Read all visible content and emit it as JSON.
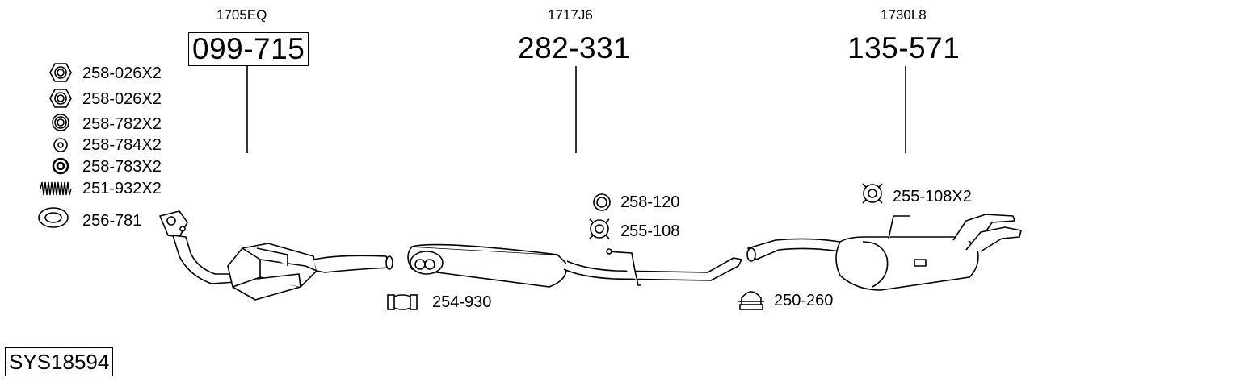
{
  "assemblies": [
    {
      "ref": "1705EQ",
      "part": "099-715",
      "boxed": true
    },
    {
      "ref": "1717J6",
      "part": "282-331",
      "boxed": false
    },
    {
      "ref": "1730L8",
      "part": "135-571",
      "boxed": false
    }
  ],
  "accessories_left": [
    {
      "label": "258-026X2",
      "icon": "hex-nut-icon"
    },
    {
      "label": "258-026X2",
      "icon": "hex-nut-icon"
    },
    {
      "label": "258-782X2",
      "icon": "spring-washer-icon"
    },
    {
      "label": "258-784X2",
      "icon": "washer-icon"
    },
    {
      "label": "258-783X2",
      "icon": "thick-washer-icon"
    },
    {
      "label": "251-932X2",
      "icon": "spring-icon"
    },
    {
      "label": "256-781",
      "icon": "gasket-ring-icon"
    }
  ],
  "accessories_mid": [
    {
      "label": "258-120",
      "icon": "ring-icon"
    },
    {
      "label": "255-108",
      "icon": "rubber-mount-icon"
    },
    {
      "label": "254-930",
      "icon": "clamp-icon"
    },
    {
      "label": "250-260",
      "icon": "u-clamp-icon"
    },
    {
      "label": "255-108X2",
      "icon": "rubber-mount-icon"
    }
  ],
  "system_code": "SYS18594"
}
